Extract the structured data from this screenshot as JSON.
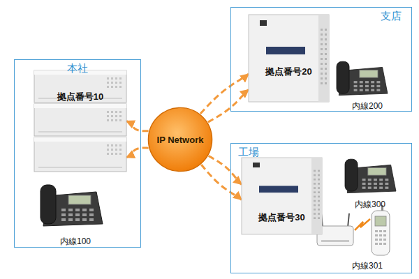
{
  "diagram": {
    "nodes": [
      {
        "text": [
          "本社"
        ]
      },
      {
        "text": [
          "拠点番号10"
        ],
        "in": 0
      },
      {
        "text": [
          "支店"
        ]
      },
      {
        "text": [
          "拠点番号20"
        ],
        "in": 2
      },
      {
        "text": [
          "工場"
        ]
      },
      {
        "text": [
          "拠点番号30"
        ],
        "in": 4
      },
      {
        "text": [
          "IP Network"
        ]
      }
    ],
    "edges": [
      {
        "from": 6,
        "to": 1,
        "arrow": "to"
      },
      {
        "from": 6,
        "to": 1,
        "arrow": "to"
      },
      {
        "from": 6,
        "to": 3,
        "arrow": "to"
      },
      {
        "from": 6,
        "to": 3,
        "arrow": "to"
      },
      {
        "from": 6,
        "to": 5,
        "arrow": "to"
      },
      {
        "from": 6,
        "to": 5,
        "arrow": "to"
      }
    ],
    "labels": [
      "内線100",
      "内線200",
      "内線300",
      "内線301"
    ]
  }
}
